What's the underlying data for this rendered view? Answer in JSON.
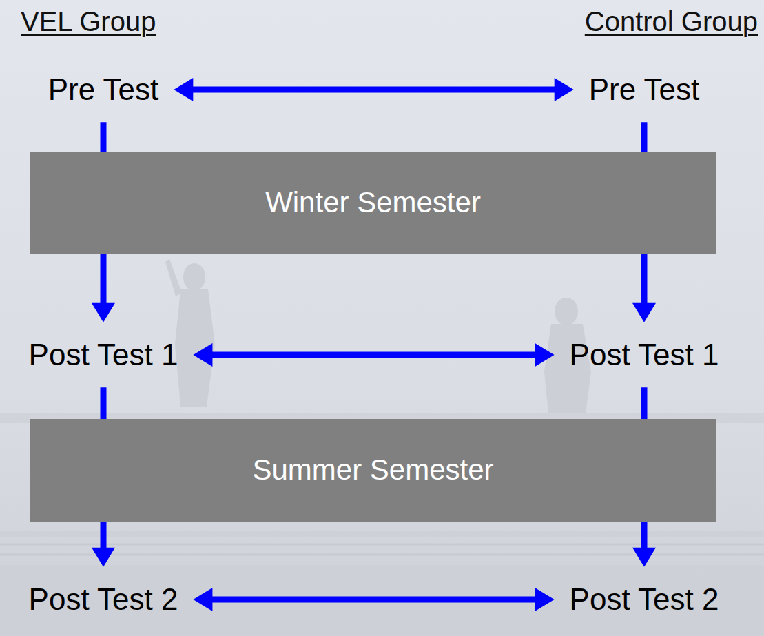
{
  "diagram": {
    "nodes": [
      {
        "text": [
          "Pre Test"
        ]
      },
      {
        "text": [
          "Pre Test"
        ]
      },
      {
        "text": [
          "Winter Semester"
        ]
      },
      {
        "text": [
          "Post Test 1"
        ]
      },
      {
        "text": [
          "Post Test 1"
        ]
      },
      {
        "text": [
          "Summer Semester"
        ]
      },
      {
        "text": [
          "Post Test 2"
        ]
      },
      {
        "text": [
          "Post Test 2"
        ]
      }
    ],
    "edges": [
      {
        "from": 0,
        "to": 1,
        "arrow": "both"
      },
      {
        "from": 0,
        "to": 3,
        "arrow": "to"
      },
      {
        "from": 1,
        "to": 4,
        "arrow": "to"
      },
      {
        "from": 3,
        "to": 4,
        "arrow": "both"
      },
      {
        "from": 3,
        "to": 6,
        "arrow": "to"
      },
      {
        "from": 4,
        "to": 7,
        "arrow": "to"
      },
      {
        "from": 6,
        "to": 7,
        "arrow": "both"
      }
    ],
    "labels": [
      "VEL Group",
      "Control Group"
    ]
  }
}
